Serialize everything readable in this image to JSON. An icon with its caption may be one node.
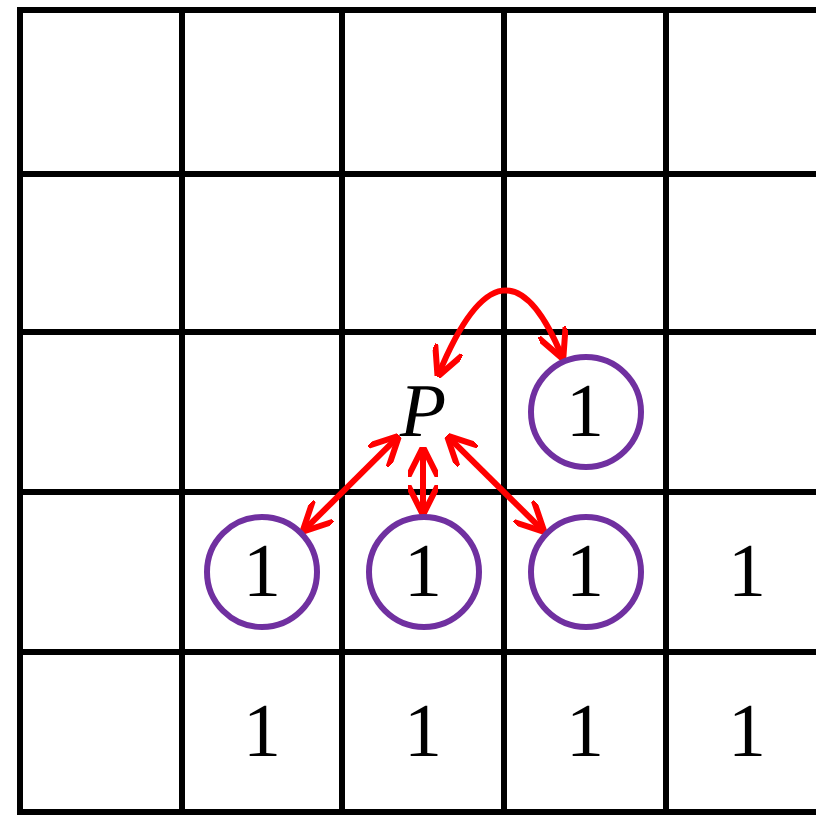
{
  "diagram": {
    "nodes": [
      {
        "text": [
          "P"
        ]
      },
      {
        "text": [
          "1"
        ]
      },
      {
        "text": [
          "1"
        ]
      },
      {
        "text": [
          "1"
        ]
      },
      {
        "text": [
          "1"
        ]
      }
    ],
    "edges": [
      {
        "from": 0,
        "to": 1,
        "arrow": "both"
      },
      {
        "from": 0,
        "to": 2,
        "arrow": "both"
      },
      {
        "from": 0,
        "to": 3,
        "arrow": "both"
      },
      {
        "from": 0,
        "to": 4,
        "arrow": "both"
      }
    ],
    "labels": [
      "1",
      "1",
      "1",
      "1",
      "1"
    ]
  }
}
